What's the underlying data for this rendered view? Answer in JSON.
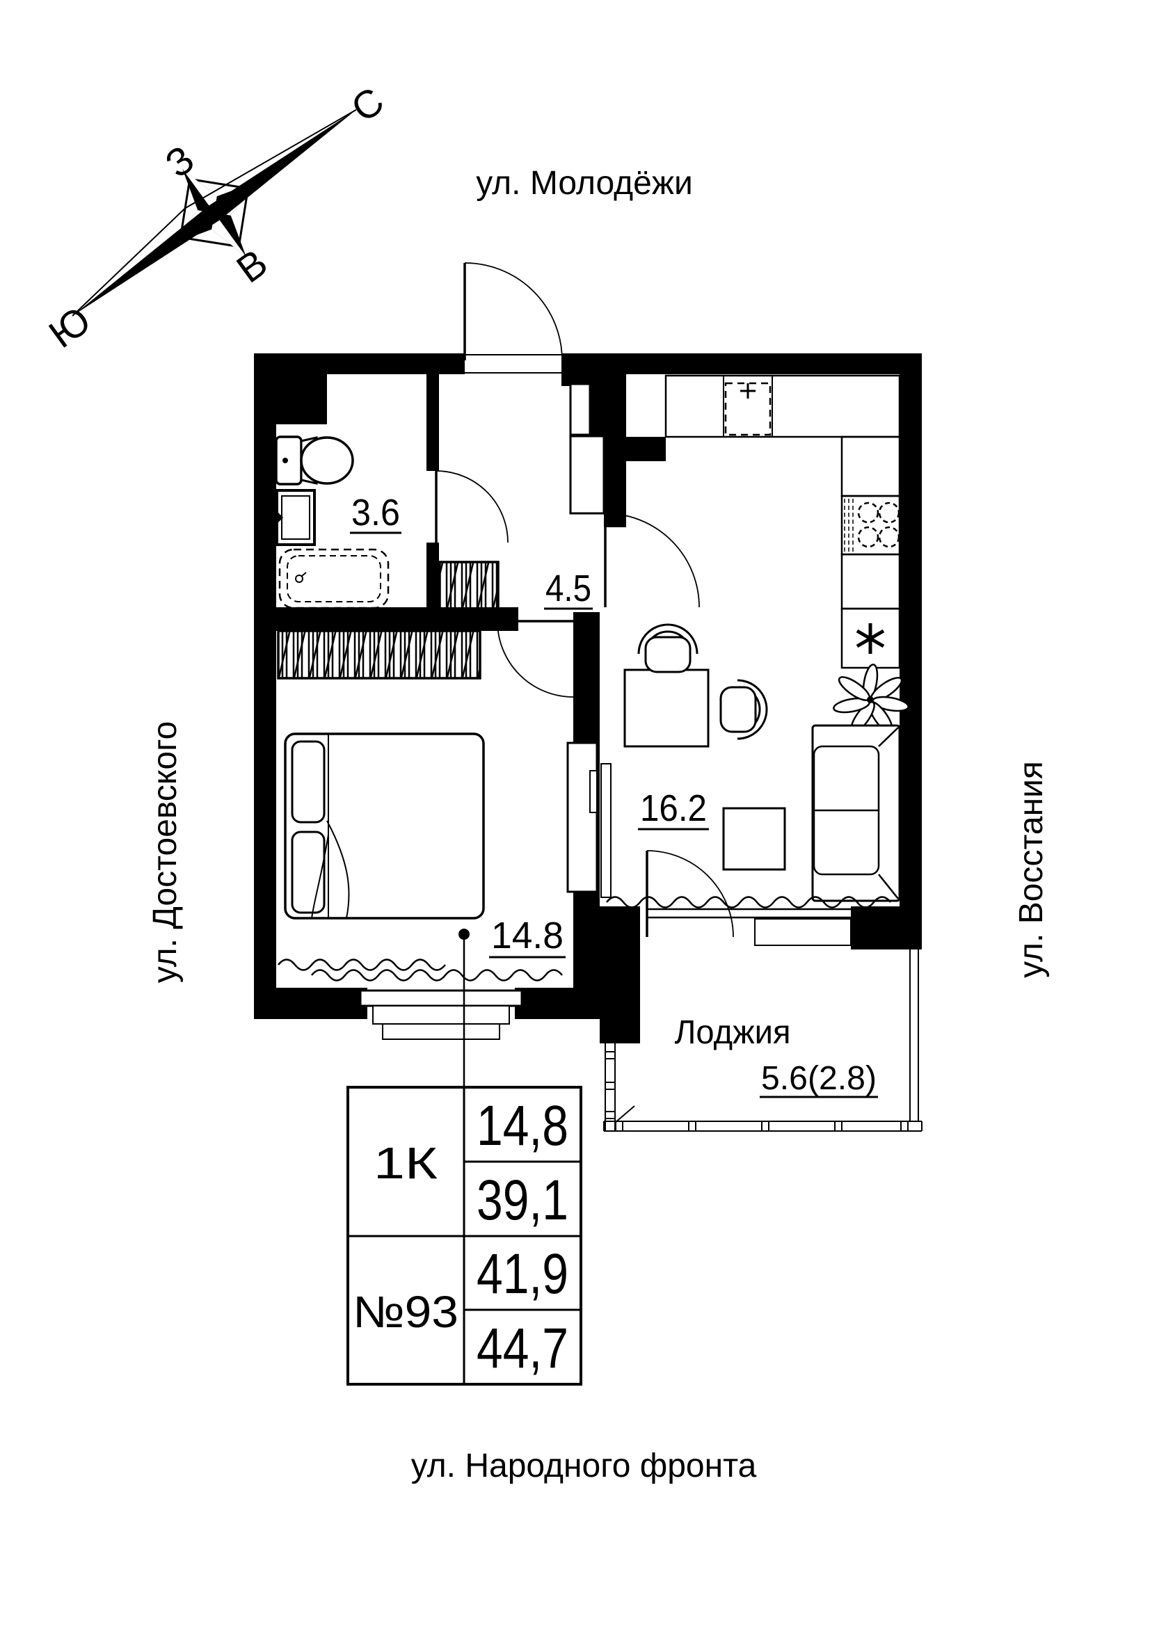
{
  "page": {
    "background": "#ffffff",
    "line_color": "#000000"
  },
  "streets": {
    "top": "ул. Молодёжи",
    "left": "ул. Достоевского",
    "right": "ул. Восстания",
    "bottom": "ул. Народного фронта"
  },
  "compass": {
    "north": "С",
    "south": "Ю",
    "west": "З",
    "east": "В"
  },
  "rooms": {
    "bathroom": {
      "area": "3.6"
    },
    "hallway": {
      "area": "4.5"
    },
    "kitchen_living": {
      "area": "16.2"
    },
    "bedroom": {
      "area": "14.8"
    },
    "loggia": {
      "name": "Лоджия",
      "area": "5.6(2.8)"
    }
  },
  "info_table": {
    "unit_type": "1К",
    "apartment_number": "№93",
    "values": [
      "14,8",
      "39,1",
      "41,9",
      "44,7"
    ]
  }
}
